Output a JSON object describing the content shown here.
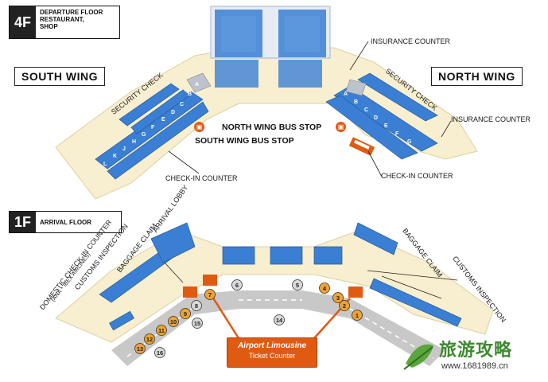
{
  "floors": {
    "upper": {
      "number": "4F",
      "desc": "DEPARTURE FLOOR\nRESTAURANT,\nSHOP"
    },
    "lower": {
      "number": "1F",
      "desc": "ARRIVAL FLOOR"
    }
  },
  "wings": {
    "south": "SOUTH WING",
    "north": "NORTH WING"
  },
  "labels4f": {
    "security_left": "SECURITY CHECK",
    "security_right": "SECURITY CHECK",
    "insurance_top": "INSURANCE COUNTER",
    "insurance_right": "INSURANCE COUNTER",
    "checkin_left": "CHECK-IN COUNTER",
    "checkin_right": "CHECK-IN COUNTER",
    "north_bus": "NORTH WING BUS STOP",
    "south_bus": "SOUTH WING BUS STOP"
  },
  "labels1f": {
    "domestic": "DOMESTIC CHECK-IN COUNTER",
    "domestic_sub": "(ANA・IBEX AIRLINES)",
    "customs_left": "CUSTOMS INSPECTION",
    "arrival_lobby": "ARRIVAL LOBBY",
    "baggage_left": "BAGGAGE CLAIM",
    "baggage_right": "BAGGAGE CLAIM",
    "customs_right": "CUSTOMS INSPECTION"
  },
  "counter_letters_south": [
    "A",
    "B",
    "C",
    "D",
    "E",
    "F",
    "G",
    "H",
    "J",
    "K",
    "L"
  ],
  "counter_letters_north": [
    "A",
    "B",
    "C",
    "D",
    "E",
    "F",
    "G"
  ],
  "bus_stops": {
    "orange": [
      "1",
      "2",
      "3",
      "4",
      "7",
      "9",
      "10",
      "11",
      "12",
      "13"
    ],
    "gray": [
      "5",
      "6",
      "8",
      "14",
      "15",
      "16"
    ]
  },
  "ticket": {
    "title": "Airport Limousine",
    "sub": "Ticket Counter"
  },
  "watermark": {
    "title": "旅游攻略",
    "url": "www.1681989.cn"
  },
  "colors": {
    "floor": "#f7efcf",
    "blue": "#3a7fd3",
    "orange": "#e05a12",
    "road": "#c8c8c8"
  }
}
